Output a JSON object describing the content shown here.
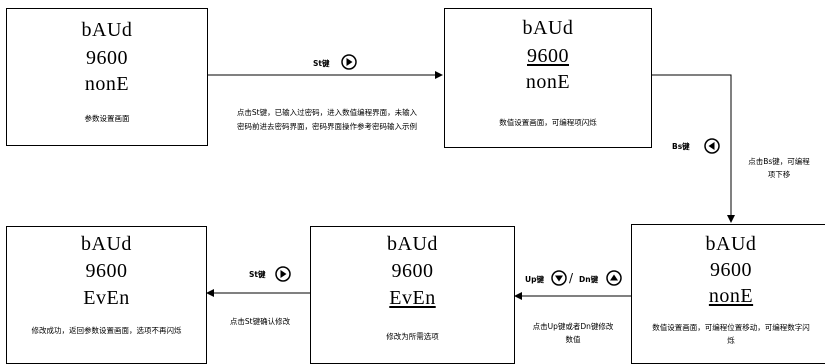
{
  "screens": [
    {
      "lines": [
        "bAUd",
        "9600",
        "nonE"
      ],
      "caption": "参数设置画面"
    },
    {
      "lines": [
        "bAUd",
        "9600",
        "nonE"
      ],
      "caption": "数值设置画面，可编程项闪烁"
    },
    {
      "lines": [
        "bAUd",
        "9600",
        "nonE"
      ],
      "caption": [
        "数值设置画面，可编程位置移动，可编程数字闪",
        "烁"
      ]
    },
    {
      "lines": [
        "bAUd",
        "9600",
        "EvEn"
      ],
      "caption": "修改为所需选项"
    },
    {
      "lines": [
        "bAUd",
        "9600",
        "EvEn"
      ],
      "caption": "修改成功，返回参数设置画面，选项不再闪烁"
    }
  ],
  "transitions": {
    "t1": {
      "key": "St键",
      "note": [
        "点击St键，已输入过密码，进入数值编程界面，未输入",
        "密码前进去密码界面，密码界面操作参考密码输入示例"
      ]
    },
    "t2": {
      "key": "Bs键",
      "note": [
        "点击Bs键，可编程",
        "项下移"
      ]
    },
    "t3": {
      "key_up": "Up键",
      "separator": "/",
      "key_dn": "Dn键",
      "note": [
        "点击Up键或者Dn键修改",
        "数值"
      ]
    },
    "t4": {
      "key": "St键",
      "note": "点击St键确认修改"
    }
  }
}
